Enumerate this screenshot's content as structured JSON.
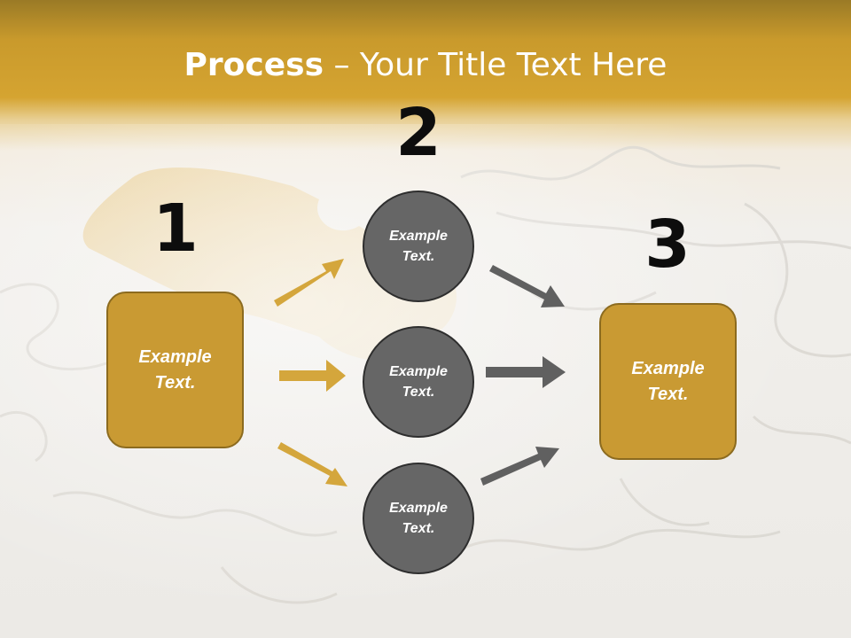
{
  "slide": {
    "title_bold": "Process",
    "title_rest": " – Your Title Text Here",
    "numbers": {
      "first": "1",
      "second": "2",
      "third": "3"
    },
    "start_box": {
      "line1": "Example",
      "line2": "Text."
    },
    "end_box": {
      "line1": "Example",
      "line2": "Text."
    },
    "circles": [
      {
        "line1": "Example",
        "line2": "Text."
      },
      {
        "line1": "Example",
        "line2": "Text."
      },
      {
        "line1": "Example",
        "line2": "Text."
      }
    ],
    "colors": {
      "gold": "#c99a33",
      "gold_border": "#8c6b1f",
      "circle_fill": "#666666",
      "circle_border": "#2e2e2e",
      "arrow_gold": "#d4a63c",
      "arrow_gray": "#606060"
    }
  }
}
